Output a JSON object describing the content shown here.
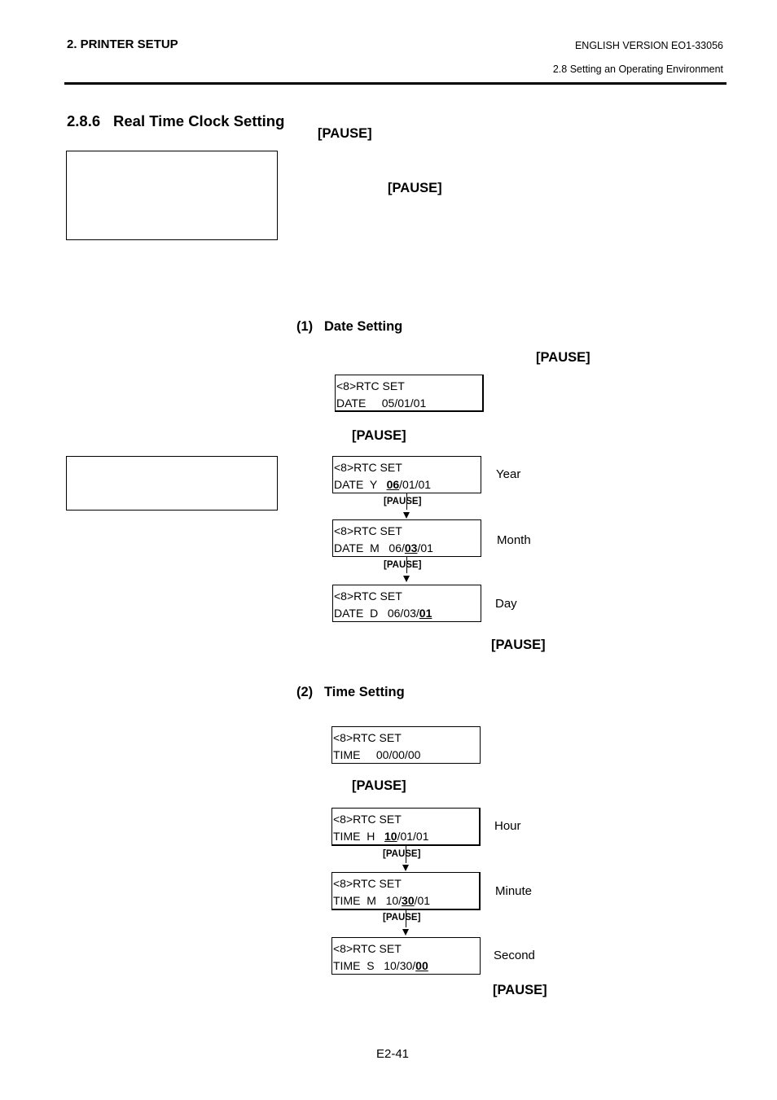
{
  "header": {
    "chapter": "2. PRINTER SETUP",
    "version": "ENGLISH VERSION EO1-33056",
    "subsection": "2.8 Setting an Operating Environment"
  },
  "section": {
    "number": "2.8.6",
    "title": "Real Time Clock Setting",
    "pause_1": "[PAUSE]",
    "pause_2": "[PAUSE]"
  },
  "date_setting": {
    "number": "(1)",
    "title": "Date Setting",
    "pause_intro": "[PAUSE]",
    "initial": {
      "line1": "<8>RTC SET",
      "line2": "DATE     05/01/01"
    },
    "pause_mid": "[PAUSE]",
    "steps": [
      {
        "line1": "<8>RTC SET",
        "prefix": "DATE  Y   ",
        "before": "",
        "highlight": "06",
        "after": "/01/01",
        "label": "Year"
      },
      {
        "line1": "<8>RTC SET",
        "prefix": "DATE  M   ",
        "before": "06/",
        "highlight": "03",
        "after": "/01",
        "label": "Month"
      },
      {
        "line1": "<8>RTC SET",
        "prefix": "DATE  D   ",
        "before": "06/03/",
        "highlight": "01",
        "after": "",
        "label": "Day"
      }
    ],
    "arrow_label": "[PAUSE]",
    "pause_end": "[PAUSE]"
  },
  "time_setting": {
    "number": "(2)",
    "title": "Time Setting",
    "initial": {
      "line1": "<8>RTC SET",
      "line2": "TIME     00/00/00"
    },
    "pause_mid": "[PAUSE]",
    "steps": [
      {
        "line1": "<8>RTC SET",
        "prefix": "TIME  H   ",
        "before": "",
        "highlight": "10",
        "after": "/01/01",
        "label": "Hour"
      },
      {
        "line1": "<8>RTC SET",
        "prefix": "TIME  M   ",
        "before": "10/",
        "highlight": "30",
        "after": "/01",
        "label": "Minute"
      },
      {
        "line1": "<8>RTC SET",
        "prefix": "TIME  S   ",
        "before": "10/30/",
        "highlight": "00",
        "after": "",
        "label": "Second"
      }
    ],
    "arrow_label": "[PAUSE]",
    "pause_end": "[PAUSE]"
  },
  "footer": {
    "page": "E2-41"
  }
}
